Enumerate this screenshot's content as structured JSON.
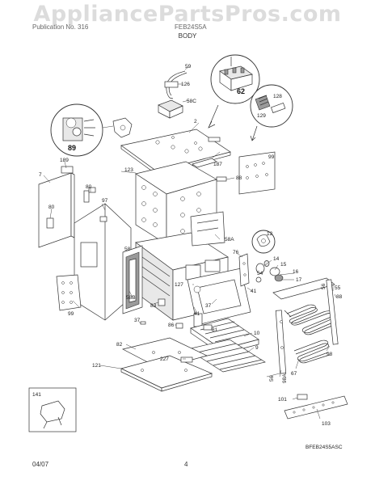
{
  "watermark": "AppliancePartsPros.com",
  "header": {
    "publication_label": "Publication No. 316",
    "model": "FEB24S5A",
    "section_title": "BODY"
  },
  "parts": {
    "p2": "2",
    "p7": "7",
    "p9": "9",
    "p10": "10",
    "p12": "12",
    "p14": "14",
    "p15": "15",
    "p16": "16",
    "p17": "17",
    "p37a": "37",
    "p37b": "37",
    "p41a": "41",
    "p41b": "41",
    "p54": "54",
    "p55": "55",
    "p56a": "56",
    "p56b": "56",
    "p58": "58",
    "p58a": "58A",
    "p58b": "58B",
    "p58c": "58C",
    "p59": "59",
    "p61": "61",
    "p62": "62",
    "p67": "67",
    "p76": "76",
    "p80a": "80",
    "p80b": "80",
    "p81": "81",
    "p82": "82",
    "p83": "83",
    "p86": "86",
    "p88": "88",
    "p89": "89",
    "p97": "97",
    "p98": "98",
    "p98a": "98A",
    "p99a": "99",
    "p99b": "99",
    "p101": "101",
    "p103": "103",
    "p121": "121",
    "p123": "123",
    "p126": "126",
    "p127": "127",
    "p128": "128",
    "p129": "129",
    "p141": "141",
    "p187": "187",
    "p189": "189",
    "p227": "227"
  },
  "doc_code": "BFEB24S5ASC",
  "footer": {
    "date": "04/07",
    "page": "4"
  }
}
